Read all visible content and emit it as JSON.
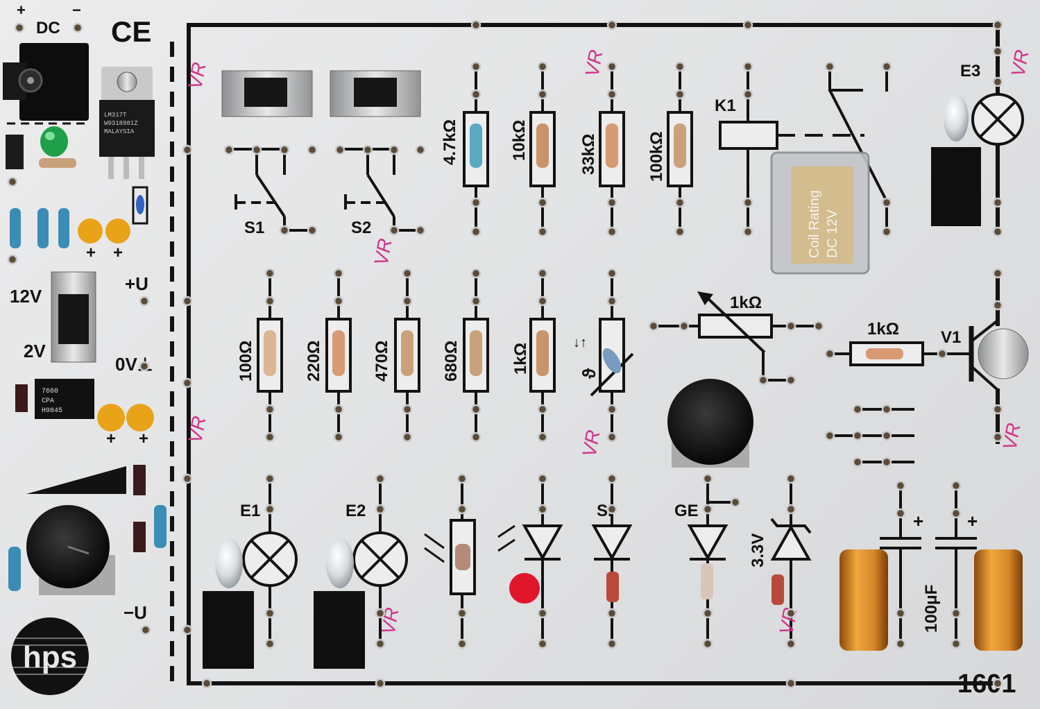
{
  "board": {
    "model_number": "1601",
    "ce_mark": "CE",
    "logo_text": "hps",
    "colors": {
      "board": "#e6e7e8",
      "trace": "#121212",
      "resistor": "#c9a27c",
      "led_green": "#1fa04a",
      "led_red": "#e0162b",
      "capacitor": "#d8892a",
      "tantalum": "#e8a318",
      "marker": "#d0338a"
    }
  },
  "supply": {
    "dc_label": "DC",
    "plus": "+",
    "minus": "−",
    "switch_high": "12V",
    "switch_low": "2V",
    "pos_rail": "+U",
    "zero_rail": "0V⊥",
    "neg_rail": "−U",
    "regulator_text": [
      "LM317T",
      "W9318981Z",
      "MALAYSIA"
    ],
    "converter_text": [
      "7660",
      "CPA",
      "H9845"
    ]
  },
  "switches": {
    "s1": "S1",
    "s2": "S2"
  },
  "resistors_top": [
    "4.7kΩ",
    "10kΩ",
    "33kΩ",
    "100kΩ"
  ],
  "resistors_mid": [
    "100Ω",
    "220Ω",
    "470Ω",
    "680Ω",
    "1kΩ"
  ],
  "thermistor_symbol": "ϑ",
  "pot_label": "1kΩ",
  "relay": {
    "label": "K1",
    "body_text": [
      "Coil Rating",
      "DC 12V"
    ]
  },
  "lamps": {
    "e1": "E1",
    "e2": "E2",
    "e3": "E3"
  },
  "transistor": {
    "label": "V1",
    "base_resistor": "1kΩ"
  },
  "diodes": {
    "si": "SI",
    "ge": "GE",
    "zener": "3.3V"
  },
  "capacitor": {
    "value": "100μF",
    "plus": "+"
  },
  "handwritten_mark": "VR"
}
